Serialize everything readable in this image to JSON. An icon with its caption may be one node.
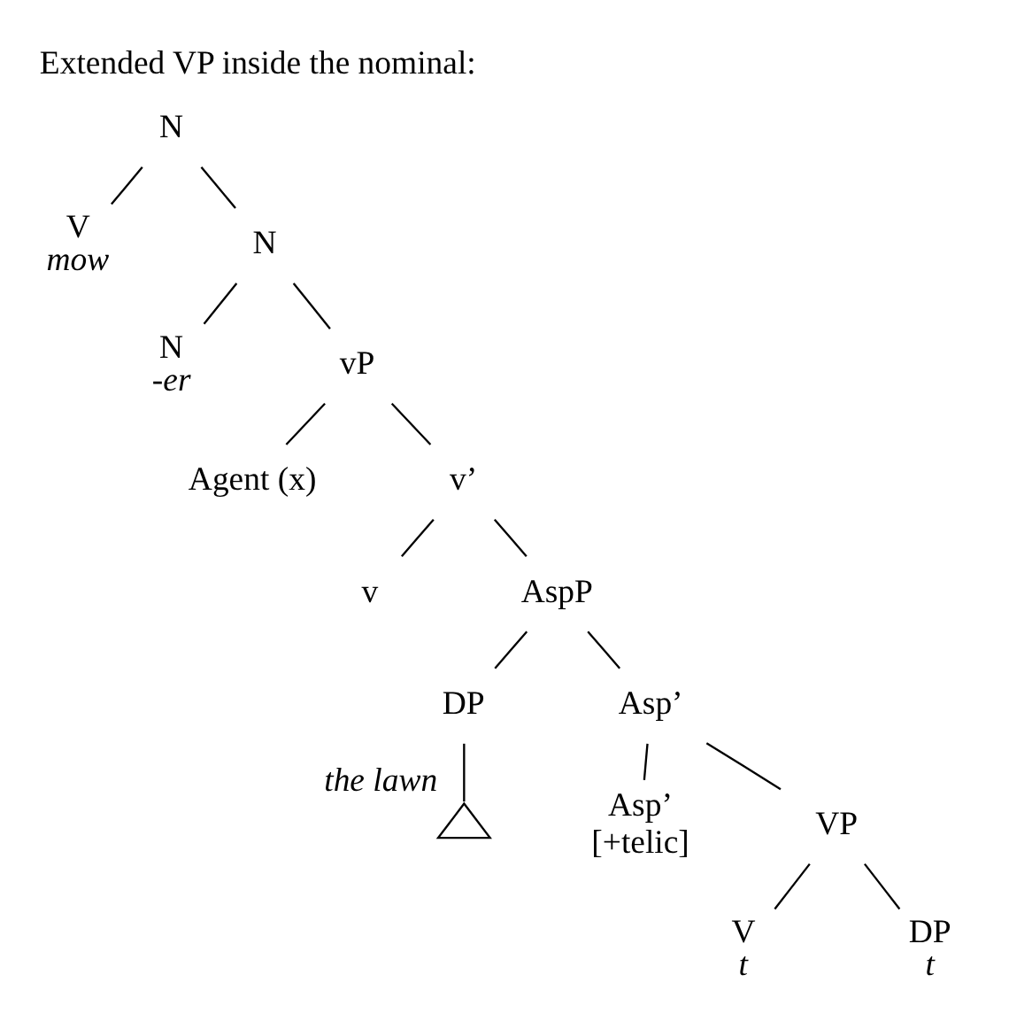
{
  "diagram": {
    "title": "Extended VP inside the nominal:",
    "nodes": [
      {
        "text": [
          "N"
        ]
      },
      {
        "text": [
          "V",
          "mow"
        ]
      },
      {
        "text": [
          "N"
        ]
      },
      {
        "text": [
          "N",
          "-er"
        ]
      },
      {
        "text": [
          "vP"
        ]
      },
      {
        "text": [
          "Agent (x)"
        ]
      },
      {
        "text": [
          "v’"
        ]
      },
      {
        "text": [
          "v"
        ]
      },
      {
        "text": [
          "AspP"
        ]
      },
      {
        "text": [
          "DP"
        ]
      },
      {
        "text": [],
        "shape": "triangle",
        "beside": [
          "the lawn"
        ]
      },
      {
        "text": [
          "Asp’"
        ]
      },
      {
        "text": [
          "Asp’",
          "[+telic]"
        ]
      },
      {
        "text": [
          "VP"
        ]
      },
      {
        "text": [
          "V",
          "t"
        ]
      },
      {
        "text": [
          "DP",
          "t"
        ]
      }
    ],
    "edges": [
      {
        "from": 0,
        "to": 1,
        "arrow": "none"
      },
      {
        "from": 0,
        "to": 2,
        "arrow": "none"
      },
      {
        "from": 2,
        "to": 3,
        "arrow": "none"
      },
      {
        "from": 2,
        "to": 4,
        "arrow": "none"
      },
      {
        "from": 4,
        "to": 5,
        "arrow": "none"
      },
      {
        "from": 4,
        "to": 6,
        "arrow": "none"
      },
      {
        "from": 6,
        "to": 7,
        "arrow": "none"
      },
      {
        "from": 6,
        "to": 8,
        "arrow": "none"
      },
      {
        "from": 8,
        "to": 9,
        "arrow": "none"
      },
      {
        "from": 9,
        "to": 10,
        "arrow": "none"
      },
      {
        "from": 8,
        "to": 11,
        "arrow": "none"
      },
      {
        "from": 11,
        "to": 12,
        "arrow": "none"
      },
      {
        "from": 11,
        "to": 13,
        "arrow": "none"
      },
      {
        "from": 13,
        "to": 14,
        "arrow": "none"
      },
      {
        "from": 13,
        "to": 15,
        "arrow": "none"
      }
    ]
  }
}
